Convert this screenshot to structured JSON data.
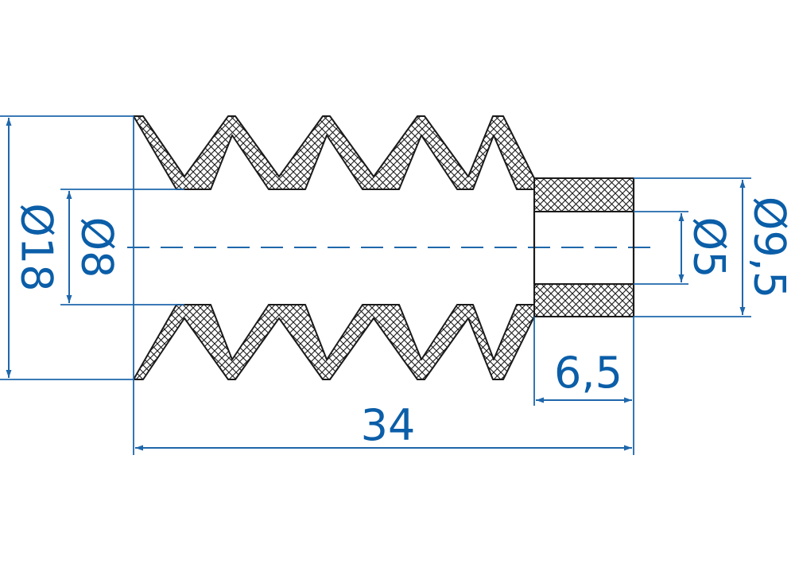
{
  "drawing": {
    "accent_color": "#0b5ea8",
    "outline_color": "#1a1a1a",
    "dimensions": {
      "outer_diameter": "Ø18",
      "inner_diameter": "Ø8",
      "bore_diameter": "Ø5",
      "collar_diameter": "Ø9,5",
      "collar_length": "6,5",
      "overall_length": "34"
    }
  }
}
